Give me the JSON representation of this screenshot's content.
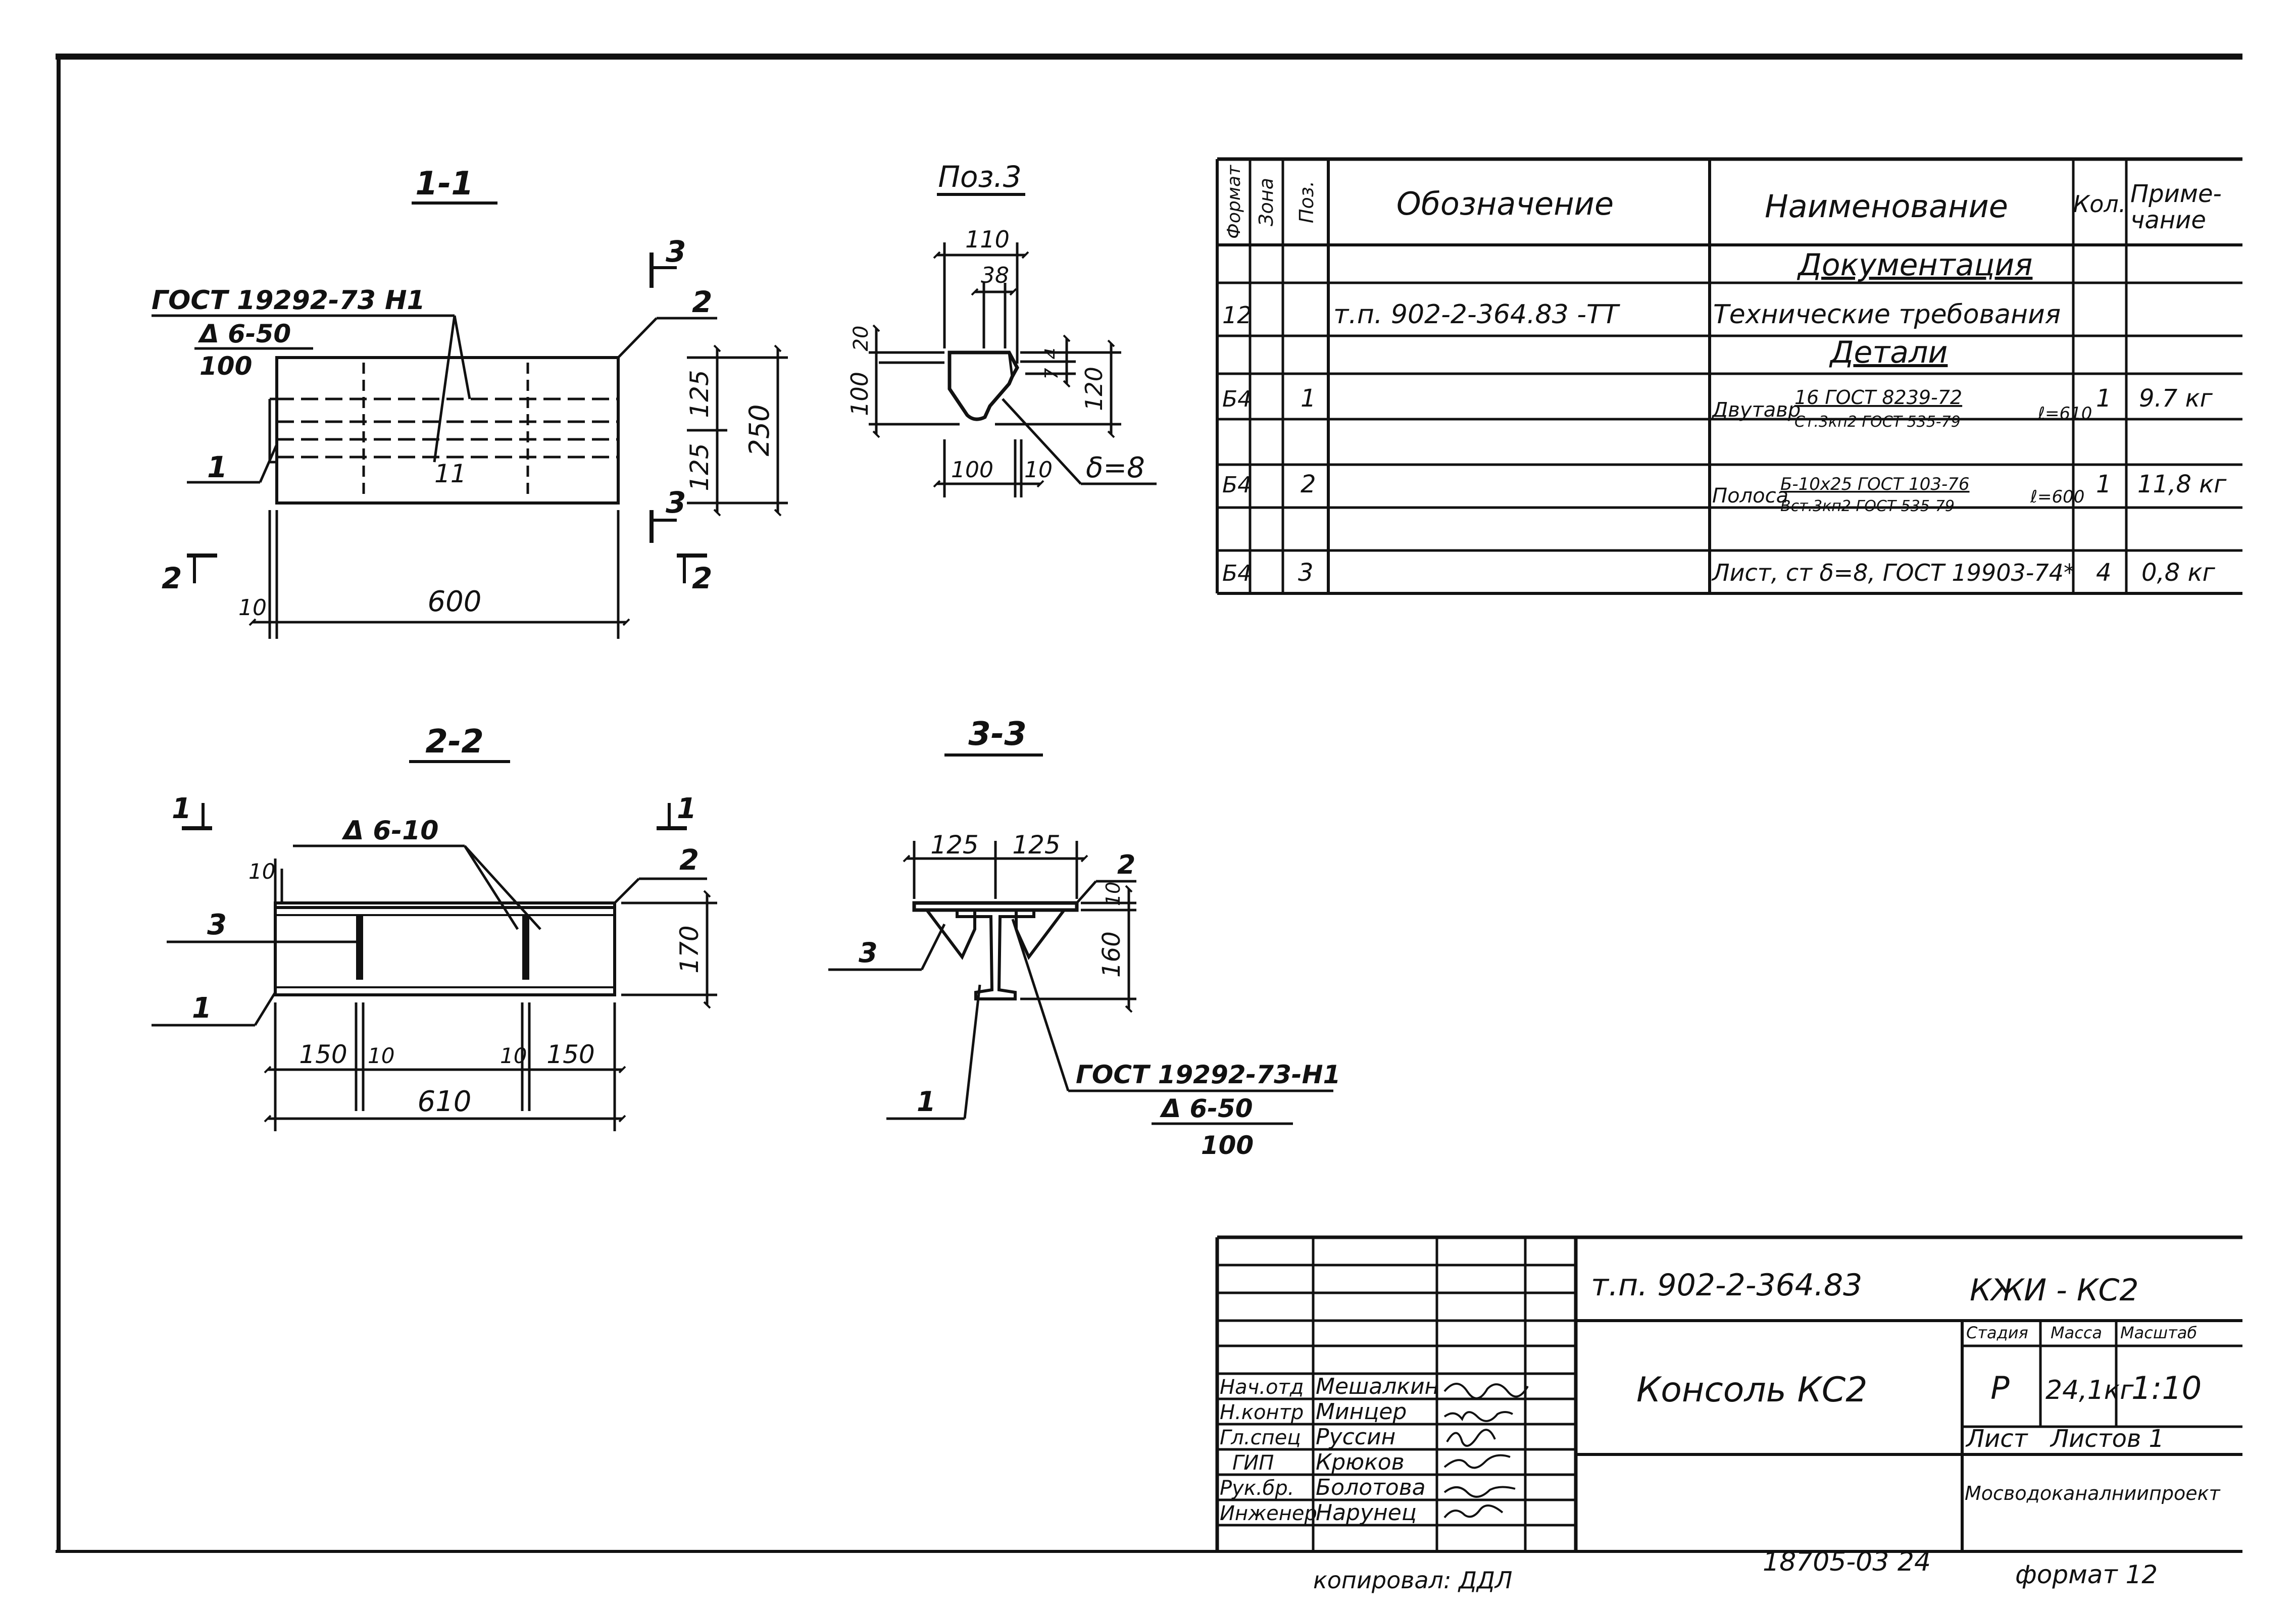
{
  "views": {
    "sec11": {
      "title": "1-1",
      "weld_note": [
        "ГОСТ 19292-73  Н1",
        "Δ 6-50",
        "100"
      ],
      "cut_top": "3",
      "cut_bottom": "3",
      "cut_left": "2",
      "cut_right": "2",
      "pos_plate": "2",
      "pos_beam": "1",
      "mark_11": "11",
      "dim_125a": "125",
      "dim_125b": "125",
      "dim_250": "250",
      "dim_10": "10",
      "dim_600": "600"
    },
    "pos3": {
      "title": "Поз.3",
      "dim_110": "110",
      "dim_38": "38",
      "dim_20": "20",
      "dim_100v": "100",
      "dim_4": "4",
      "dim_7": "7",
      "dim_120": "120",
      "dim_100h": "100",
      "dim_10": "10",
      "thick": "δ=8"
    },
    "sec22": {
      "title": "2-2",
      "cut_left": "1",
      "cut_right": "1",
      "weld": "Δ 6-10",
      "dim_10": "10",
      "pos_plate": "2",
      "pos_rib": "3",
      "pos_beam": "1",
      "dim_170": "170",
      "dim_150a": "150",
      "dim_10a": "10",
      "dim_10b": "10",
      "dim_150b": "150",
      "dim_610": "610"
    },
    "sec33": {
      "title": "3-3",
      "dim_125a": "125",
      "dim_125b": "125",
      "pos_plate": "2",
      "dim_10": "10",
      "dim_160": "160",
      "pos_rib": "3",
      "pos_beam": "1",
      "weld_note": [
        "ГОСТ 19292-73-Н1",
        "Δ 6-50",
        "100"
      ]
    }
  },
  "spec": {
    "headers": {
      "format": "Формат",
      "zone": "Зона",
      "pos": "Поз.",
      "designation": "Обозначение",
      "name": "Наименование",
      "qty": "Кол.",
      "note": "Приме-чание"
    },
    "section_docs": "Документация",
    "doc_row": {
      "format": "12",
      "designation": "т.п. 902-2-364.83      -ТТ",
      "name": "Технические требования"
    },
    "section_parts": "Детали",
    "rows": [
      {
        "format": "Б4",
        "pos": "1",
        "name_prefix": "Двутавр",
        "name_top": "16 ГОСТ 8239-72",
        "name_bottom": "Ст.3кп2 ГОСТ 535-79",
        "length": "ℓ=610",
        "qty": "1",
        "note": "9.7 кг"
      },
      {
        "format": "Б4",
        "pos": "2",
        "name_prefix": "Полоса",
        "name_top": "Б-10x25 ГОСТ 103-76",
        "name_bottom": "Вст.3кп2 ГОСТ 535-79",
        "length": "ℓ=600",
        "qty": "1",
        "note": "11,8 кг"
      },
      {
        "format": "Б4",
        "pos": "3",
        "name": "Лист, ст δ=8, ГОСТ 19903-74*",
        "qty": "4",
        "note": "0,8 кг"
      }
    ]
  },
  "stamp": {
    "code": "т.п. 902-2-364.83",
    "sheet_code": "КЖИ - КС2",
    "title": "Консоль КС2",
    "stage_label": "Стадия",
    "mass_label": "Масса",
    "scale_label": "Масштаб",
    "stage": "Р",
    "mass": "24,1кг",
    "scale": "1:10",
    "sheet_label": "Лист",
    "sheets_label": "Листов 1",
    "org": "Мосводоканалниипроект",
    "people": [
      {
        "role": "Нач.отд",
        "name": "Мешалкин"
      },
      {
        "role": "Н.контр",
        "name": "Минцер"
      },
      {
        "role": "Гл.спец",
        "name": "Руссин"
      },
      {
        "role": "ГИП",
        "name": "Крюков"
      },
      {
        "role": "Рук.бр.",
        "name": "Болотова"
      },
      {
        "role": "Инженер",
        "name": "Нарунец"
      }
    ]
  },
  "footer": {
    "copied": "копировал: ДДЛ",
    "inventory": "18705-03   24",
    "format": "формат 12"
  }
}
